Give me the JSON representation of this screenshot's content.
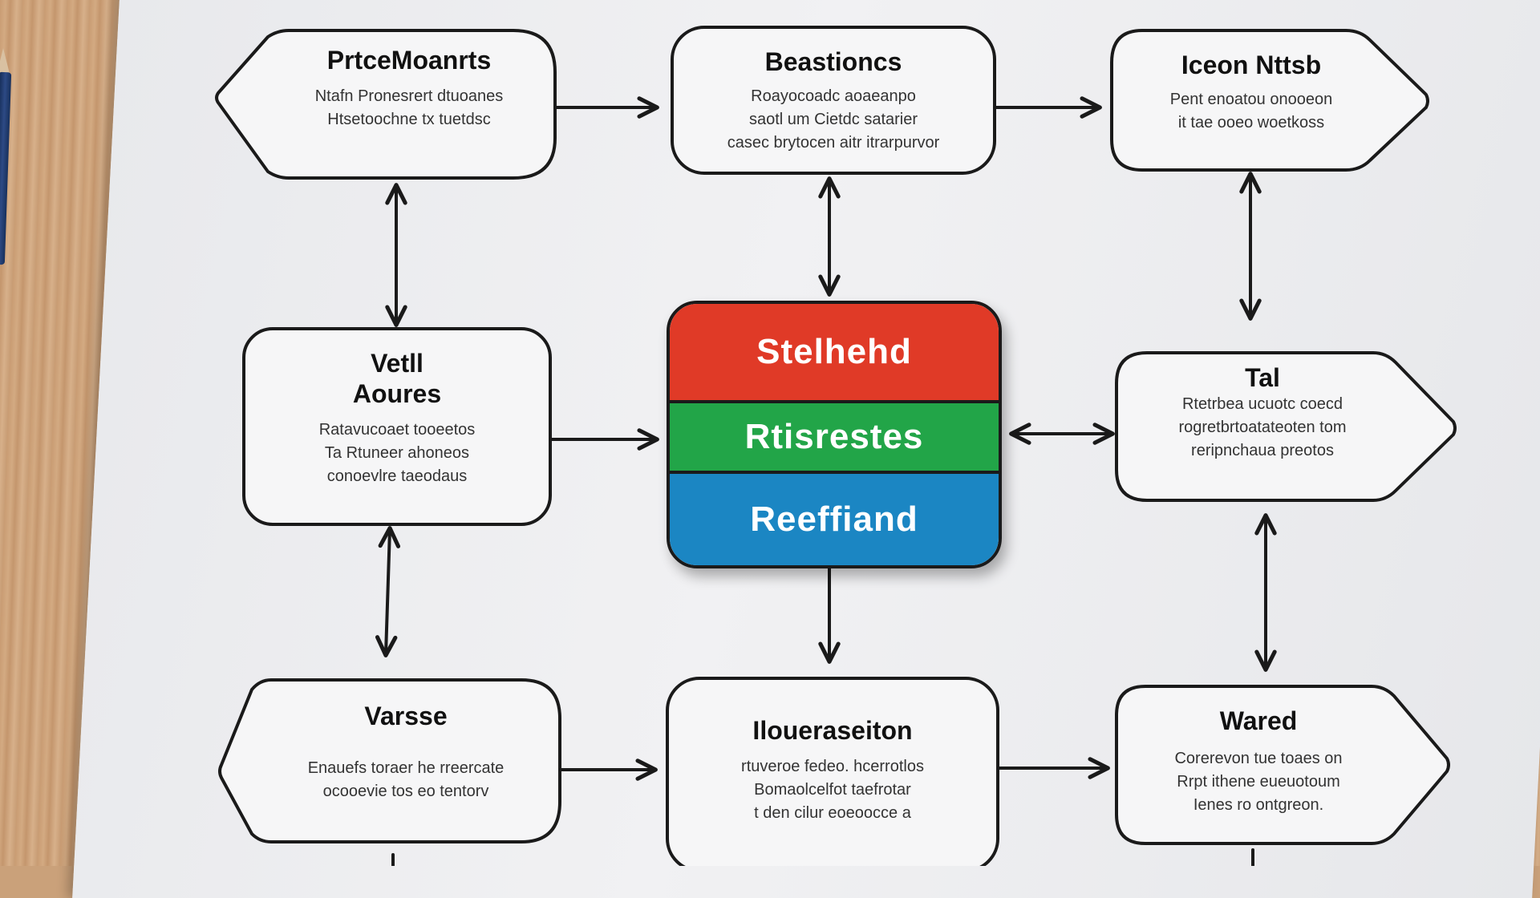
{
  "colors": {
    "ink": "#1a1a1a",
    "band_top": "#e03a27",
    "band_middle": "#22a548",
    "band_bottom": "#1b86c3"
  },
  "nodes": {
    "top_left": {
      "title": "PrtceMoanrts",
      "body": "Ntafn Pronesrert dtuoanes\nHtsetoochne  tx tuetdsc"
    },
    "top_middle": {
      "title": "Beastioncs",
      "body": "Roayocoadc aoaeanpo\nsaotl um Cietdc satarier\ncasec brytocen aitr itrarpurvor"
    },
    "top_right": {
      "title": "Iceon Nttsb",
      "body": "Pent enoatou onooeon\nit tae ooeo woetkoss"
    },
    "middle_left": {
      "title": "Vetll\nAoures",
      "body": "Ratavucoaet tooeetos\nTa Rtuneer ahoneos\nconoevlre taeodaus"
    },
    "middle_right": {
      "title": "Tal",
      "body": "Rtetrbea ucuotc coecd\nrogretbrtoatateoten tom\nreripnchaua preotos"
    },
    "bottom_left": {
      "title": "Varsse",
      "body": "Enauefs toraer he rreercate\nocooevie tos eo tentorv"
    },
    "bottom_middle": {
      "title": "Iloueraseiton",
      "body": "rtuveroe fedeo. hcerrotlos\nBomaolcelfot taefrotar\nt den cilur eoeoocce a"
    },
    "bottom_right": {
      "title": "Wared",
      "body": "Corerevon tue toaes on\nRrpt ithene eueuotoum\nIenes ro ontgreon."
    }
  },
  "center": {
    "top": "Stelhehd",
    "middle": "Rtisrestes",
    "bottom": "Reeffiand"
  }
}
